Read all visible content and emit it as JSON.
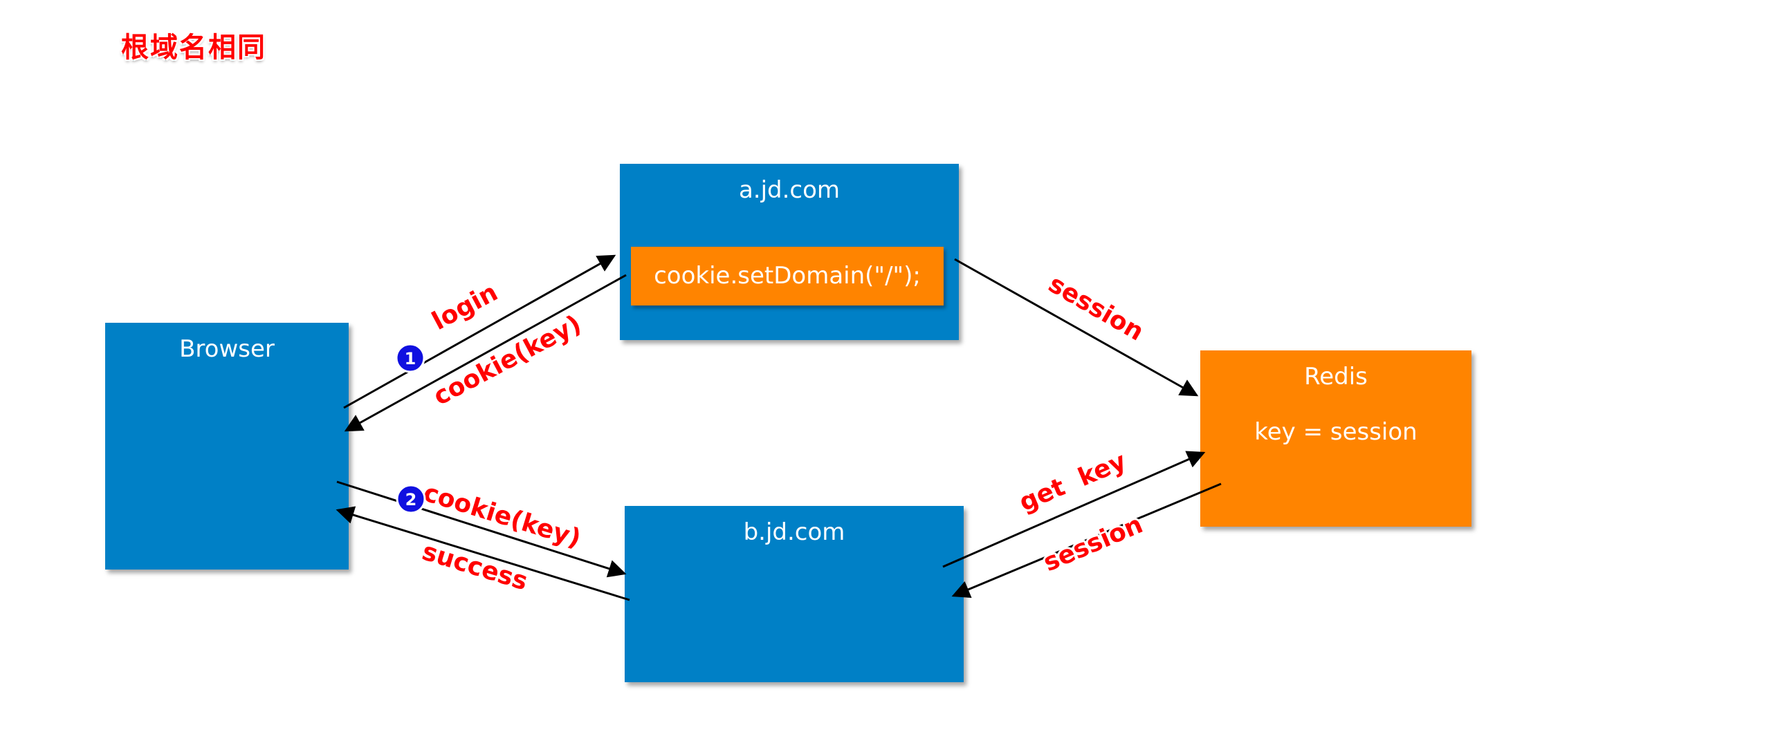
{
  "title": "根域名相同",
  "boxes": {
    "browser": {
      "title": "Browser"
    },
    "a_jd": {
      "title": "a.jd.com",
      "code": "cookie.setDomain(\"/\");"
    },
    "b_jd": {
      "title": "b.jd.com"
    },
    "redis": {
      "title": "Redis",
      "content": "key = session"
    }
  },
  "arrows": {
    "login": "login",
    "cookie_key_1": "cookie(key)",
    "session_to_redis": "session",
    "cookie_key_2": "cookie(key)",
    "success": "success",
    "get_key": "get  key",
    "session_from_redis": "session"
  },
  "steps": [
    "1",
    "2"
  ],
  "colors": {
    "blue_box": "#0080c6",
    "orange_box": "#ff8400",
    "label_red": "#ff0000",
    "step_badge": "#1010e0"
  }
}
